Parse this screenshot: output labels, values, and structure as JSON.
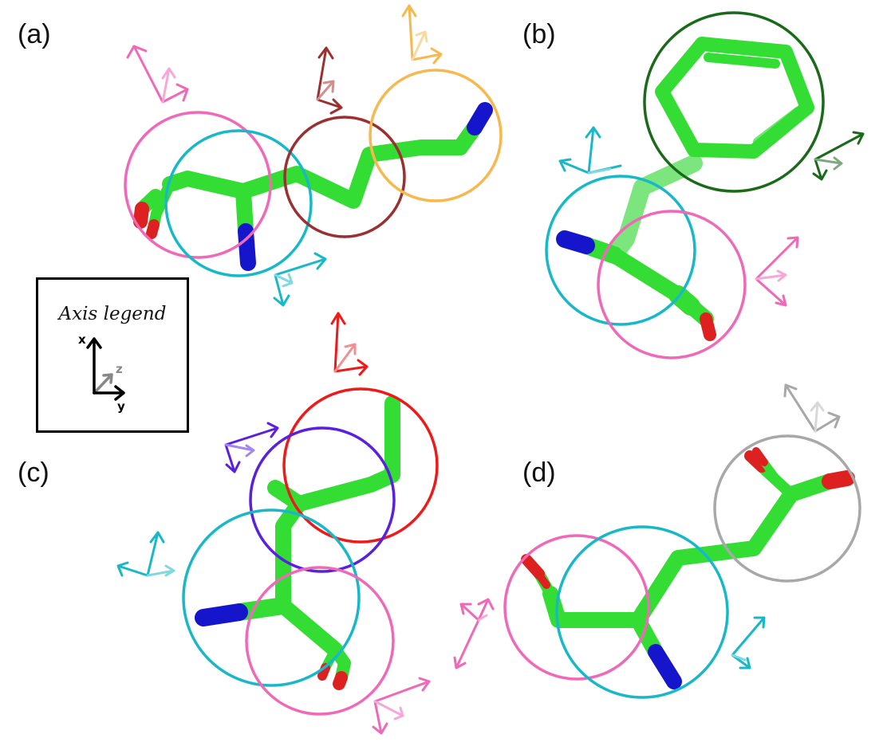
{
  "panels": [
    {
      "label": "(a)"
    },
    {
      "label": "(b)"
    },
    {
      "label": "(c)"
    },
    {
      "label": "(d)"
    }
  ],
  "legend": {
    "title": "Axis legend",
    "axes": {
      "x": "x",
      "y": "y",
      "z": "z"
    }
  },
  "colors": {
    "carbon": "#33dd33",
    "nitrogen": "#1515cc",
    "oxygen": "#dd2020",
    "circle_cyan": "#18b8c8",
    "circle_pink": "#f068b8",
    "circle_brown": "#9a3030",
    "circle_orange": "#f8b850",
    "circle_dark_green": "#1a6a1a",
    "circle_red": "#ee1a1a",
    "circle_purple": "#5a20e0",
    "circle_gray": "#a8a8a8",
    "legend_axis": "#000000",
    "legend_z_axis": "#888888"
  }
}
